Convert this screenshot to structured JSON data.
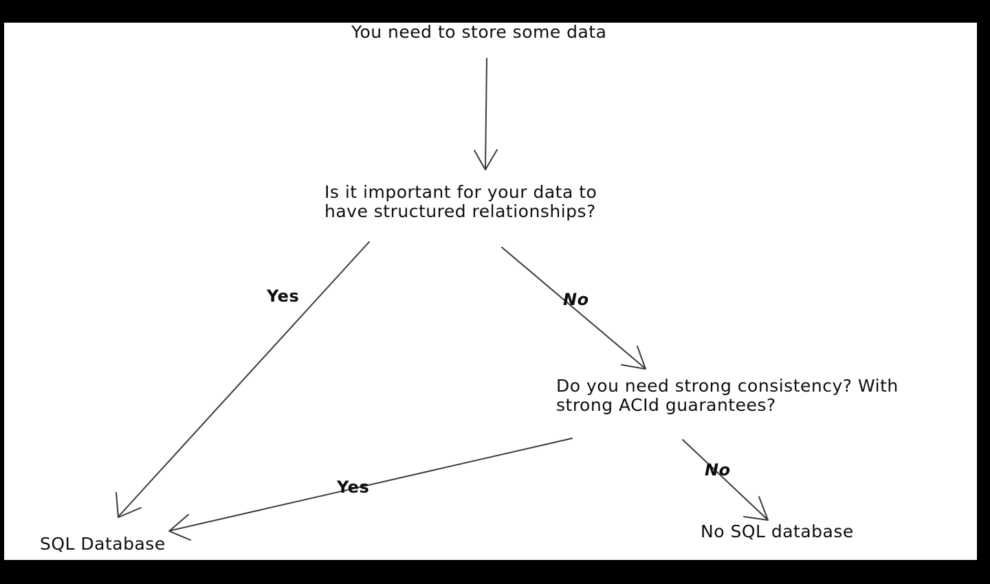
{
  "frame": {
    "letterbox_color": "#000000",
    "canvas_color": "#ffffff",
    "ink_color": "#2b2b2b",
    "text_color": "#0d0d0d"
  },
  "diagram": {
    "type": "flowchart",
    "title": "Database selection decision tree",
    "nodes": [
      {
        "id": "root",
        "label": "You need to store some data"
      },
      {
        "id": "q1",
        "label": "Is it important for your data to\nhave structured relationships?"
      },
      {
        "id": "q2",
        "label": "Do you need strong consistency? With\nstrong ACId guarantees?"
      },
      {
        "id": "sql",
        "label": "SQL Database"
      },
      {
        "id": "nosql",
        "label": "No SQL database"
      }
    ],
    "edges": [
      {
        "from": "root",
        "to": "q1",
        "label": ""
      },
      {
        "from": "q1",
        "to": "sql",
        "label": "Yes"
      },
      {
        "from": "q1",
        "to": "q2",
        "label": "No"
      },
      {
        "from": "q2",
        "to": "sql",
        "label": "Yes"
      },
      {
        "from": "q2",
        "to": "nosql",
        "label": "No"
      }
    ]
  },
  "nodes_text": {
    "root": "You need to store some data",
    "q1_line1": "Is it important for your data to",
    "q1_line2": "have structured relationships?",
    "q2_line1": "Do you need strong consistency? With",
    "q2_line2": "strong ACId guarantees?",
    "sql": "SQL Database",
    "nosql": "No SQL database"
  },
  "edge_labels": {
    "yes_structured": "Yes",
    "no_structured": "No",
    "yes_acid": "Yes",
    "no_acid": "No"
  }
}
